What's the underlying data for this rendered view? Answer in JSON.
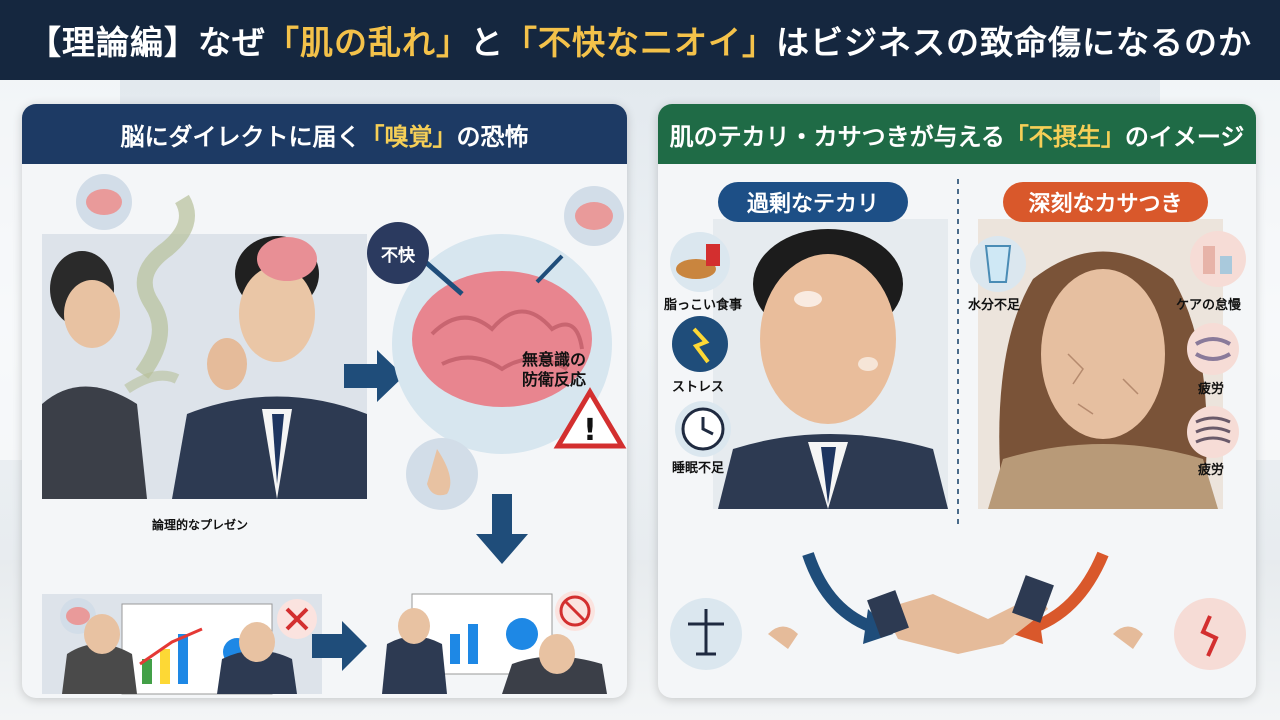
{
  "title": {
    "part1": "【理論編】なぜ",
    "hl1": "「肌の乱れ」",
    "part2": "と",
    "hl2": "「不快なニオイ」",
    "part3": "はビジネスの致命傷になるのか"
  },
  "left_panel": {
    "title_a": "脳にダイレクトに届く",
    "title_hl": "「嗅覚」",
    "title_b": "の恐怖",
    "badge_discomfort": "不快",
    "reaction_line1": "無意識の",
    "reaction_line2": "防衛反応",
    "presentation_board": "論理的なプレゼン"
  },
  "right_panel": {
    "title_a": "肌のテカリ・カサつきが与える",
    "title_hl": "「不摂生」",
    "title_b": "のイメージ",
    "shine": {
      "label": "過剰なテカリ",
      "causes": [
        "脂っこい食事",
        "ストレス",
        "睡眠不足"
      ]
    },
    "dry": {
      "label": "深刻なカサつき",
      "causes": [
        "水分不足",
        "ケアの怠慢",
        "疲労",
        "疲労"
      ]
    }
  },
  "colors": {
    "title_bg": "#15273f",
    "highlight": "#f4c24a",
    "left_header": "#1d3a64",
    "right_header": "#1f6b46",
    "shine_pill": "#1d4f86",
    "dry_pill": "#d9582b",
    "arrow_blue": "#1f4d7a",
    "arrow_orange": "#d9582b"
  }
}
